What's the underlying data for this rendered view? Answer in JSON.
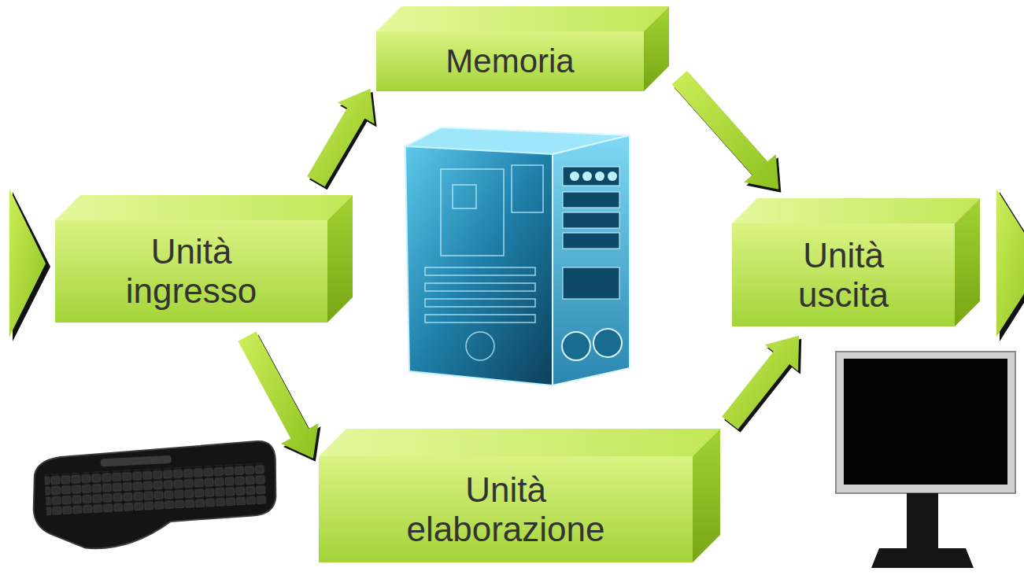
{
  "diagram": {
    "nodes": [
      {
        "text": [
          "Memoria"
        ]
      },
      {
        "text": [
          "Unità ingresso"
        ]
      },
      {
        "text": [
          "Unità uscita"
        ]
      },
      {
        "text": [
          "Unità elaborazione"
        ]
      }
    ],
    "edges": [
      {
        "from": 1,
        "to": 0,
        "arrow": "to"
      },
      {
        "from": 1,
        "to": 3,
        "arrow": "to"
      },
      {
        "from": 0,
        "to": 2,
        "arrow": "to"
      },
      {
        "from": 3,
        "to": 2,
        "arrow": "to"
      }
    ]
  }
}
